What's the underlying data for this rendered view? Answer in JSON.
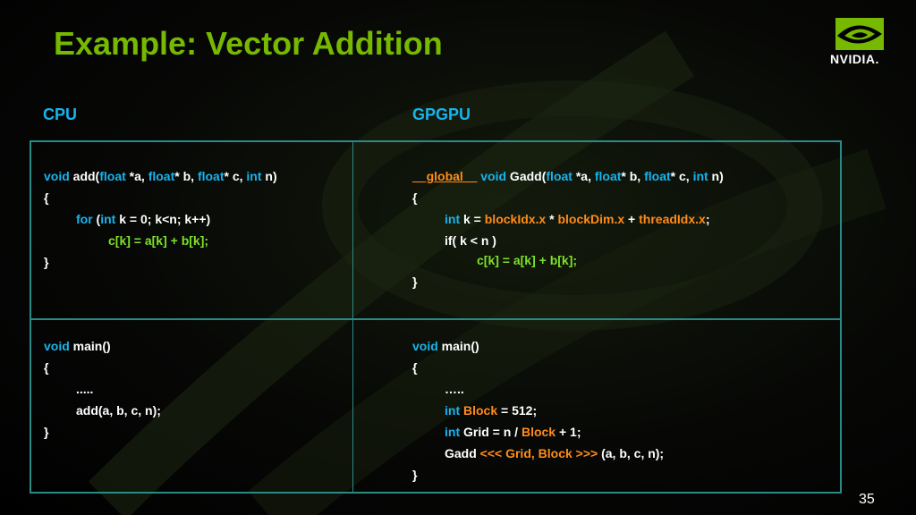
{
  "slide": {
    "title": "Example: Vector Addition",
    "page_number": "35",
    "logo_text": "NVIDIA.",
    "colors": {
      "title": "#76b900",
      "keyword": "#17b4ee",
      "builtin": "#ff8c1a",
      "statement": "#7ee12a",
      "border": "#2a8a86"
    }
  },
  "columns": {
    "cpu": "CPU",
    "gpgpu": "GPGPU"
  },
  "cpu_add": {
    "l1": {
      "void": "void",
      "add": " add(",
      "float1": "float",
      "a": " *a, ",
      "float2": "float",
      "b": "* b, ",
      "float3": "float",
      "c": "* c, ",
      "int": "int",
      "n": " n)"
    },
    "l2": "{",
    "l3": {
      "for": "for",
      "open": " (",
      "int": "int",
      "rest": " k = 0; k<n; k++)"
    },
    "l4": "c[k] = a[k] + b[k];",
    "l5": "}"
  },
  "gpu_add": {
    "l1": {
      "global": "__global__",
      "sp": " ",
      "void": "void",
      "gadd": " Gadd(",
      "float1": "float",
      "a": " *a, ",
      "float2": "float",
      "b": "* b, ",
      "float3": "float",
      "c": "* c, ",
      "int": "int",
      "n": " n)"
    },
    "l2": "{",
    "l3": {
      "int": "int",
      "k": " k = ",
      "blockIdx": "blockIdx.x",
      "mul": " * ",
      "blockDim": "blockDim.x",
      "plus": " + ",
      "threadIdx": "threadIdx.x",
      "semi": ";"
    },
    "l4": "if( k < n )",
    "l5": "c[k] = a[k] + b[k];",
    "l6": "}"
  },
  "cpu_main": {
    "l1": {
      "void": "void",
      "main": " main()"
    },
    "l2": "{",
    "l3": ".....",
    "l4": "add(a, b, c, n);",
    "l5": "}"
  },
  "gpu_main": {
    "l1": {
      "void": "void",
      "main": " main()"
    },
    "l2": "{",
    "l3": "…..",
    "l4": {
      "int": "int",
      "sp": " ",
      "block": "Block",
      "rest": " = 512;"
    },
    "l5": {
      "int": "int",
      "grid": " Grid = n / ",
      "block": "Block",
      "rest": " + 1;"
    },
    "l6": {
      "gadd": "Gadd ",
      "launch": "<<< Grid, Block >>>",
      "args": " (a, b, c, n);"
    },
    "l7": "}"
  }
}
